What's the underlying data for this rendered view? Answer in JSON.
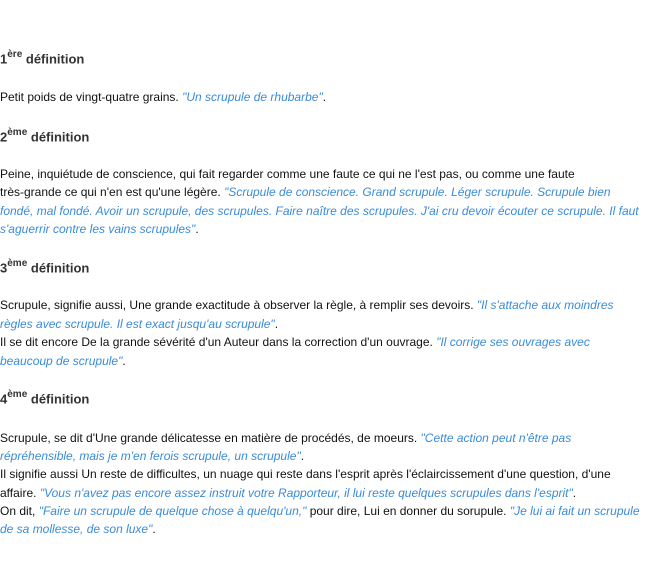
{
  "sections": [
    {
      "num": "1",
      "sup": "ère",
      "label": "définition",
      "lines": [
        [
          {
            "t": "Petit poids de vingt-quatre grains. "
          },
          {
            "t": "\"Un scrupule de rhubarbe\"",
            "q": 1
          },
          {
            "t": "."
          }
        ]
      ]
    },
    {
      "num": "2",
      "sup": "ème",
      "label": "définition",
      "lines": [
        [
          {
            "t": "Peine, inquiétude de conscience, qui fait regarder comme une faute ce qui ne l'est pas, ou comme une faute"
          }
        ],
        [
          {
            "t": "très-grande ce qui n'en est qu'une légère. "
          },
          {
            "t": "\"Scrupule de conscience. Grand scrupule. Léger scrupule. Scrupule bien",
            "q": 1
          }
        ],
        [
          {
            "t": "fondé, mal fondé. Avoir un scrupule, des scrupules. Faire naître des scrupules. J'ai cru devoir écouter ce scrupule. Il faut",
            "q": 1
          }
        ],
        [
          {
            "t": "s'aguerrir contre les vains scrupules\"",
            "q": 1
          },
          {
            "t": "."
          }
        ]
      ]
    },
    {
      "num": "3",
      "sup": "ème",
      "label": "définition",
      "lines": [
        [
          {
            "t": "Scrupule, signifie aussi, Une grande exactitude à observer la règle, à remplir ses devoirs. "
          },
          {
            "t": "\"Il s'attache aux moindres",
            "q": 1
          }
        ],
        [
          {
            "t": "règles avec scrupule. Il est exact jusqu'au scrupule\"",
            "q": 1
          },
          {
            "t": "."
          }
        ],
        [
          {
            "t": "Il se dit encore De la grande sévérité d'un Auteur dans la correction d'un ouvrage. "
          },
          {
            "t": "\"Il corrige ses ouvrages avec",
            "q": 1
          }
        ],
        [
          {
            "t": "beaucoup de scrupule\"",
            "q": 1
          },
          {
            "t": "."
          }
        ]
      ]
    },
    {
      "num": "4",
      "sup": "ème",
      "label": "définition",
      "lines": [
        [
          {
            "t": "Scrupule, se dit d'Une grande délicatesse en matière de procédés, de moeurs. "
          },
          {
            "t": "\"Cette action peut n'être pas",
            "q": 1
          }
        ],
        [
          {
            "t": "répréhensible, mais je m'en ferois scrupule, un scrupule\"",
            "q": 1
          },
          {
            "t": "."
          }
        ],
        [
          {
            "t": "Il signifie aussi Un reste de difficultes, un nuage qui reste dans l'esprit après l'éclaircissement d'une question, d'une"
          }
        ],
        [
          {
            "t": "affaire. "
          },
          {
            "t": "\"Vous n'avez pas encore assez instruit votre Rapporteur, il lui reste quelques scrupules dans l'esprit\"",
            "q": 1
          },
          {
            "t": "."
          }
        ],
        [
          {
            "t": "On dit, "
          },
          {
            "t": "\"Faire un scrupule de quelque chose à quelqu'un,\"",
            "q": 1
          },
          {
            "t": " pour dire, Lui en donner du sorupule. "
          },
          {
            "t": "\"Je lui ai fait un scrupule",
            "q": 1
          }
        ],
        [
          {
            "t": "de sa mollesse, de son luxe\"",
            "q": 1
          },
          {
            "t": "."
          }
        ]
      ]
    }
  ]
}
